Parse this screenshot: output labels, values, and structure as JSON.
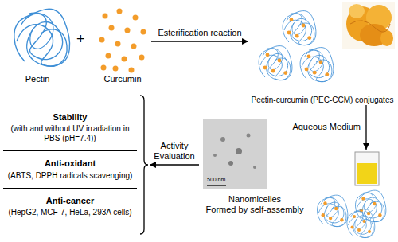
{
  "diagram": {
    "nodes": [
      {
        "text": [
          "Pectin"
        ]
      },
      {
        "text": [
          "Curcumin"
        ]
      },
      {
        "text": [
          "Pectin-curcumin (PEC-CCM) conjugates"
        ]
      },
      {
        "text": [
          "Stability",
          "(with and without UV irradiation in PBS (pH=7.4))",
          "Anti-oxidant",
          "(ABTS, DPPH radicals scavenging)",
          "Anti-cancer",
          "(HepG2, MCF-7, HeLa, 293A cells)"
        ]
      },
      {
        "text": [
          "Nanomicelles",
          "Formed by self-assembly"
        ]
      }
    ],
    "edges": [
      {
        "from": 1,
        "to": 2,
        "label": "Esterification reaction",
        "arrow": "to"
      },
      {
        "from": 2,
        "to": 4,
        "label": "Aqueous Medium",
        "arrow": "to"
      },
      {
        "from": 4,
        "to": 3,
        "label": "Activity Evaluation",
        "arrow": "to"
      }
    ],
    "labels": [
      "+",
      "500 nm"
    ]
  }
}
